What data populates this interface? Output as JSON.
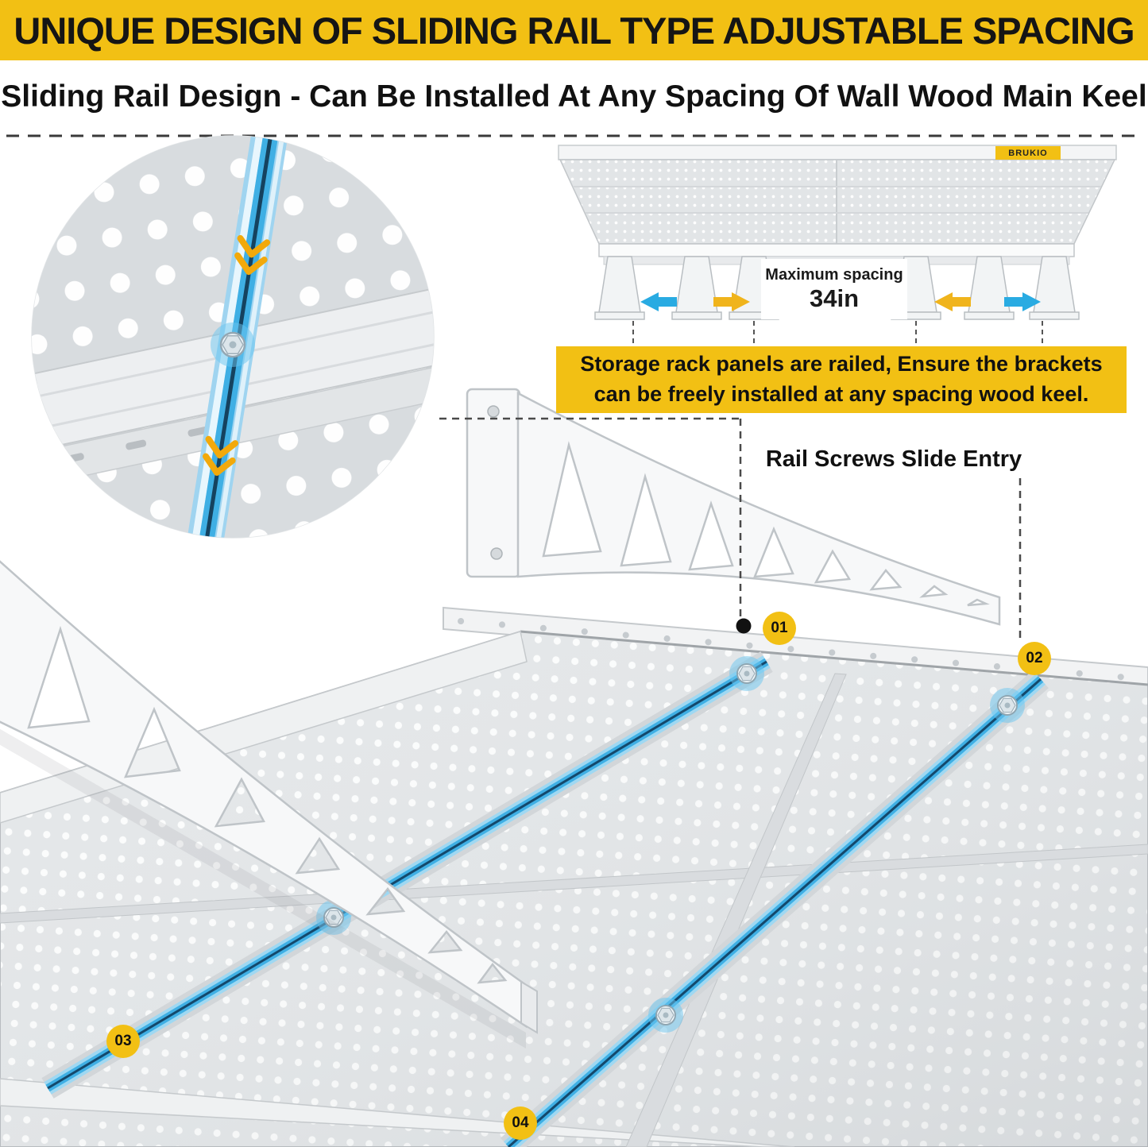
{
  "banner": {
    "title": "UNIQUE DESIGN OF SLIDING RAIL TYPE ADJUSTABLE SPACING"
  },
  "subtitle": {
    "text": "Sliding Rail Design - Can Be Installed At Any Spacing Of Wall Wood Main Keel"
  },
  "product": {
    "brand": "BRUKIO",
    "spacing_label": "Maximum spacing",
    "spacing_value": "34in",
    "caption_line1": "Storage rack panels are railed, Ensure the brackets",
    "caption_line2": "can be freely installed at any spacing wood keel."
  },
  "diagram": {
    "rail_entry_label": "Rail Screws Slide Entry",
    "markers": [
      {
        "id": "01"
      },
      {
        "id": "02"
      },
      {
        "id": "03"
      },
      {
        "id": "04"
      }
    ]
  },
  "colors": {
    "accent_yellow": "#F2C014",
    "rail_blue": "#3FAFE4",
    "arrow_cyan": "#29ABE2",
    "panel_gray": "#E4E7E9",
    "text_black": "#1A1A1A"
  }
}
